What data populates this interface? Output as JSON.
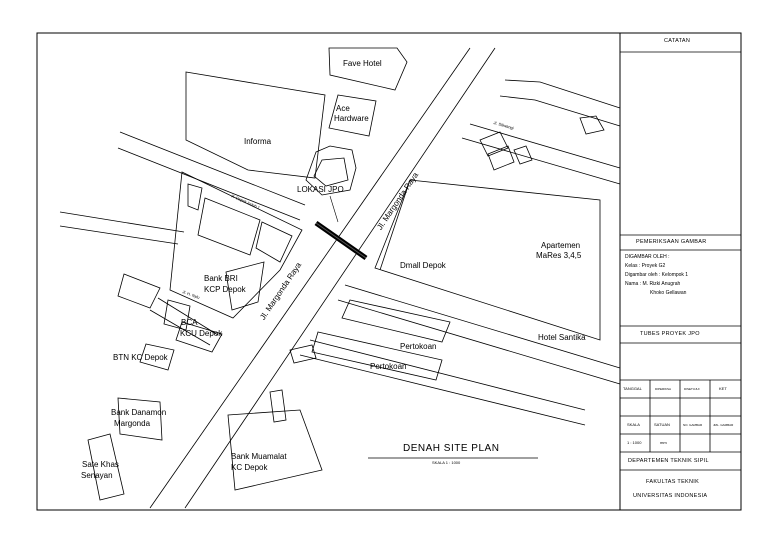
{
  "map": {
    "labels": {
      "fave_hotel": "Fave Hotel",
      "ace_hardware_1": "Ace",
      "ace_hardware_2": "Hardware",
      "informa": "Informa",
      "lokasi_jpo": "LOKASI JPO",
      "margonda_upper": "Jl. Margonda Raya",
      "margonda_lower": "Jl. Margonda Raya",
      "apartemen_1": "Apartemen",
      "apartemen_2": "MaRes 3,4,5",
      "dmall": "Dmall Depok",
      "bank_bri_1": "Bank BRI",
      "bank_bri_2": "KCP Depok",
      "bca_1": "BCA",
      "bca_2": "KCU Depok",
      "btn": "BTN KC Depok",
      "pertokoan_1": "Pertokoan",
      "pertokoan_2": "Pertokoan",
      "hotel_santika": "Hotel Santika",
      "danamon_1": "Bank Danamon",
      "danamon_2": "Margonda",
      "muamalat_1": "Bank Muamalat",
      "muamalat_2": "KC Depok",
      "sate_1": "Sate Khas",
      "sate_2": "Senayan"
    },
    "streets": {
      "depok_indah": "Jl. Depok Indah 1",
      "h_nylu": "Jl. H. Nylu",
      "siliwangi": "Jl. Siliwangi"
    },
    "title": "DENAH SITE PLAN",
    "scale_caption": "SKALA 1 : 1000"
  },
  "title_block": {
    "catatan": "CATATAN",
    "pemeriksaan": "PEMERIKSAAN GAMBAR",
    "digambar_oleh": "DIGAMBAR OLEH :",
    "kelas": "Kelas     : Proyek G2",
    "kelompok": "Digambar oleh : Kelompok 1",
    "nama_1": "Nama : M. Rizki Anugrah",
    "nama_2": "Khoko Gellawan",
    "project": "TUBES PROYEK JPO",
    "col_tanggal": "TANGGAL",
    "col_diperiksa": "DIPERIKSA",
    "col_disetujui": "DISETUJUI",
    "col_ket": "KET",
    "col_skala": "SKALA",
    "col_satuan": "SATUAN",
    "col_no_gambar": "NO. GAMBAR",
    "col_jml_gambar": "JML. GAMBAR",
    "val_skala": "1 : 1000",
    "val_satuan": "mm",
    "dept": "DEPARTEMEN TEKNIK SIPIL",
    "fakultas": "FAKULTAS TEKNIK",
    "univ": "UNIVERSITAS INDONESIA"
  }
}
